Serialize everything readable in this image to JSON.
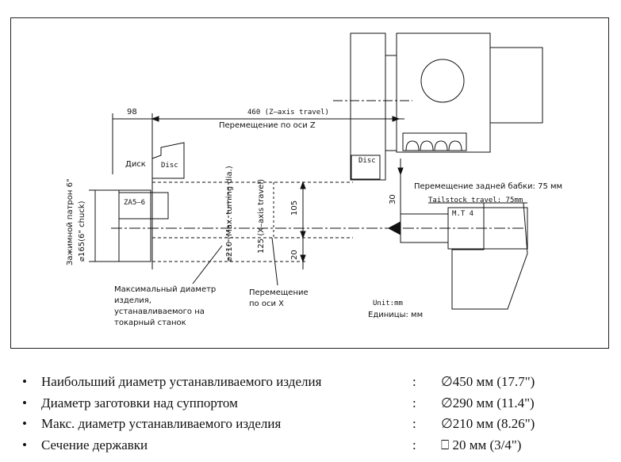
{
  "diagram": {
    "dim_98": "98",
    "dim_460": "460 (Z–axis travel)",
    "z_travel_ru": "Перемещение по оси Z",
    "disc_left_ru": "Диск",
    "disc_left_en": "Disc",
    "disc_right_en": "Disc",
    "za": "ZA5–6",
    "chuck_ru": "Зажимной патрон 6\"",
    "chuck_en": "⌀165(6\" chuck)",
    "max_turning_en": "⌀210 (Max. turning dia.)",
    "x_travel_en": "125 (X–axis travel)",
    "dim_105": "105",
    "dim_20": "20",
    "dim_30": "30",
    "tailstock_ru": "Перемещение задней бабки: 75 мм",
    "tailstock_en": "Tailstock travel: 75mm",
    "mt": "M.T 4",
    "max_dia_ru_1": "Максимальный диаметр",
    "max_dia_ru_2": "изделия,",
    "max_dia_ru_3": "устанавливаемого на",
    "max_dia_ru_4": "токарный станок",
    "x_move_ru_1": "Перемещение",
    "x_move_ru_2": "по оси X",
    "unit_en": "Unit:mm",
    "unit_ru": "Единицы: мм"
  },
  "specs": [
    {
      "bullet": "•",
      "name": "Наибольший диаметр устанавливаемого изделия",
      "colon": ":",
      "value": "∅450 мм (17.7\")"
    },
    {
      "bullet": "•",
      "name": "Диаметр заготовки над суппортом",
      "colon": ":",
      "value": "∅290 мм (11.4\")"
    },
    {
      "bullet": "•",
      "name": "Макс. диаметр устанавливаемого изделия",
      "colon": ":",
      "value": "∅210 мм (8.26\")"
    },
    {
      "bullet": "•",
      "name": "Сечение державки",
      "colon": ":",
      "value": "⎕ 20 мм (3/4\")"
    }
  ]
}
